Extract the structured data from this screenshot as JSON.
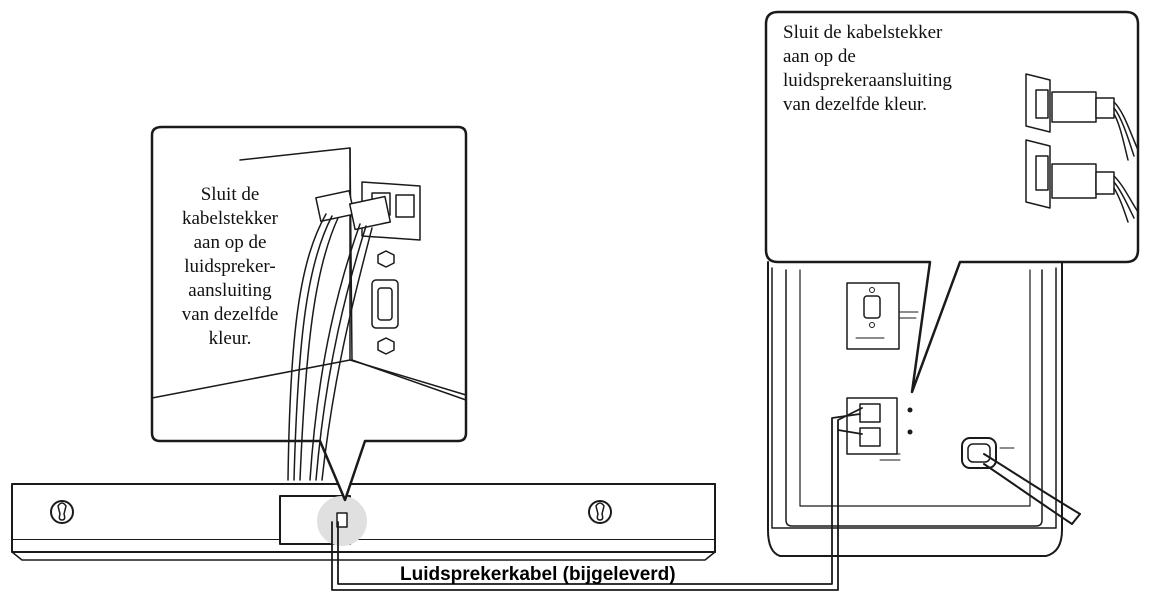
{
  "left_callout": {
    "text": "Sluit de\nkabelstekker\naan op de\nluidspreker-\naansluiting\nvan dezelfde\nkleur."
  },
  "right_callout": {
    "text": "Sluit de kabelstekker\naan op de\nluidsprekeraansluiting\nvan dezelfde kleur."
  },
  "cable_label": "Luidsprekerkabel (bijgeleverd)",
  "colors": {
    "line": "#1a1a1a",
    "panel_fill": "#ffffff",
    "shade": "#d9d9d9"
  }
}
